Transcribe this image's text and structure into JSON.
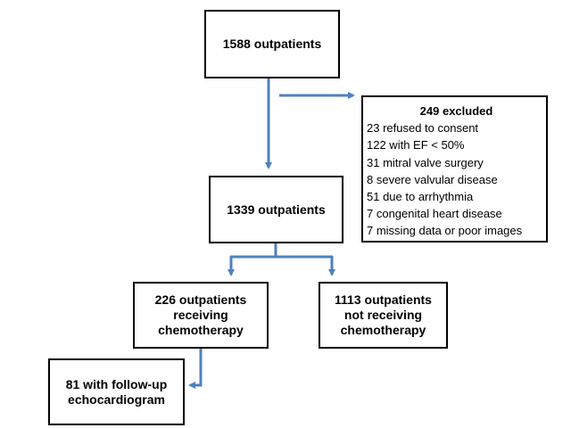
{
  "flow": {
    "top": {
      "label": "1588 outpatients"
    },
    "excluded": {
      "title": "249 excluded",
      "items": [
        "23 refused to consent",
        "122 with EF < 50%",
        "31 mitral valve surgery",
        "8 severe valvular disease",
        "51 due to arrhythmia",
        "7 congenital heart disease",
        "7 missing data or poor images"
      ]
    },
    "middle": {
      "label": "1339 outpatients"
    },
    "chemo": {
      "lines": [
        "226 outpatients",
        "receiving",
        "chemotherapy"
      ]
    },
    "no_chemo": {
      "lines": [
        "1113 outpatients",
        "not receiving",
        "chemotherapy"
      ]
    },
    "followup": {
      "lines": [
        "81 with follow-up",
        "echocardiogram"
      ]
    }
  },
  "colors": {
    "arrow": "#4F81BD",
    "border": "#000000"
  }
}
